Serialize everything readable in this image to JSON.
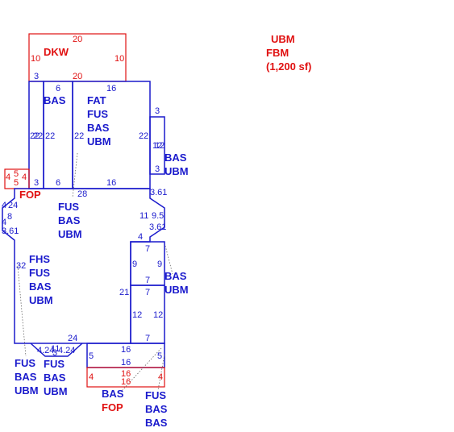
{
  "legend": {
    "line1": "UBM",
    "line2": "FBM",
    "line3": "(1,200 sf)"
  },
  "deck": {
    "label": "DKW",
    "top": "20",
    "bottom": "20",
    "left": "10",
    "right": "10"
  },
  "strip_left": {
    "top": "3",
    "bottom": "3",
    "left": "22",
    "right": "22"
  },
  "bas_column": {
    "label": "BAS",
    "top": "6",
    "bottom": "6",
    "right": "22"
  },
  "fat_block": {
    "line1": "FAT",
    "line2": "FUS",
    "line3": "BAS",
    "line4": "UBM",
    "top": "16",
    "bottom": "16",
    "right": "22",
    "left": "22"
  },
  "bump_right": {
    "top": "3",
    "side": "12",
    "side2": "12",
    "bottom": "3",
    "line1": "BAS",
    "line2": "UBM"
  },
  "porch_left": {
    "a": "4",
    "b": "5",
    "c": "4",
    "d": "5",
    "e": "3",
    "label": "FOP"
  },
  "main": {
    "top": "28",
    "right_top": "3.61",
    "right_mid1": "11",
    "right_mid2": "9.5",
    "right_low": "3.61",
    "step": "4",
    "left_a": "4",
    "left_b": "24",
    "left_c": "8",
    "left_d": "4",
    "left_e": "3.61",
    "left_side": "32",
    "inner_right": "21",
    "bottom": "24",
    "fus_block": {
      "line1": "FUS",
      "line2": "BAS",
      "line3": "UBM"
    },
    "fhs_block": {
      "line1": "FHS",
      "line2": "FUS",
      "line3": "BAS",
      "line4": "UBM"
    }
  },
  "box9": {
    "top": "7",
    "left": "9",
    "right": "9",
    "bottom": "7",
    "line1": "BAS",
    "line2": "UBM"
  },
  "box12": {
    "left": "12",
    "right": "12",
    "bottom": "7"
  },
  "bay": {
    "left": "4.24",
    "mid": "11",
    "right": "4.24",
    "a": "3",
    "line1": "FUS",
    "line2": "BAS",
    "line3": "UBM"
  },
  "outside_left": {
    "line1": "FUS",
    "line2": "BAS",
    "line3": "UBM"
  },
  "lower_box": {
    "top": "16",
    "mid": "16",
    "left": "5",
    "right": "5"
  },
  "lower_porch": {
    "top": "16",
    "bottom": "16",
    "left": "4",
    "right": "4",
    "label1": "BAS",
    "label2": "FOP"
  },
  "lower_right": {
    "line1": "FUS",
    "line2": "BAS",
    "line3": "BAS"
  }
}
